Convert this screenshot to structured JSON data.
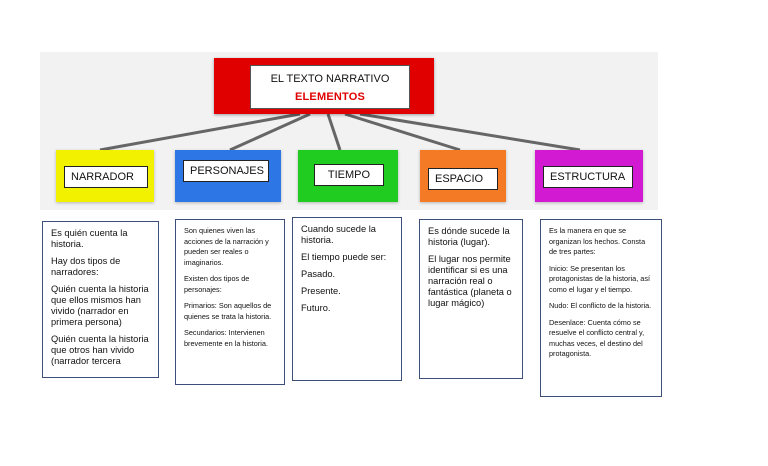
{
  "root": {
    "title": "EL TEXTO NARRATIVO",
    "subtitle": "ELEMENTOS",
    "color": "#e00000"
  },
  "categories": [
    {
      "label": "NARRADOR",
      "color": "#f2f200"
    },
    {
      "label": "PERSONAJES",
      "color": "#2d76e6"
    },
    {
      "label": "TIEMPO",
      "color": "#20cc20"
    },
    {
      "label": "ESPACIO",
      "color": "#f57a25"
    },
    {
      "label": "ESTRUCTURA",
      "color": "#d21ad2"
    }
  ],
  "cards": {
    "narrador": [
      "Es quién cuenta la historia.",
      "Hay dos tipos de narradores:",
      "Quién cuenta la historia que ellos mismos han vivido (narrador en primera persona)",
      "Quién cuenta la historia que otros han vivido (narrador tercera"
    ],
    "personajes": [
      "Son quienes viven las acciones de la narración y pueden ser reales o imaginarios.",
      "Existen dos tipos de personajes:",
      "Primarios: Son aquellos de quienes se trata la historia.",
      "Secundarios: Intervienen brevemente en la historia."
    ],
    "tiempo": [
      "Cuando sucede la historia.",
      "El tiempo puede ser:",
      "Pasado.",
      "Presente.",
      "Futuro."
    ],
    "espacio": [
      "Es dónde sucede la historia (lugar).",
      "El lugar nos permite identificar si es una narración real o fantástica (planeta o lugar mágico)"
    ],
    "estructura": [
      "Es la manera en que se organizan los hechos. Consta de tres partes:",
      "Inicio: Se presentan los protagonistas de la historia, así como el lugar y el tiempo.",
      "Nudo: El conflicto de la historia.",
      "Desenlace: Cuenta cómo se resuelve el conflicto central y, muchas veces, el destino del protagonista."
    ]
  }
}
